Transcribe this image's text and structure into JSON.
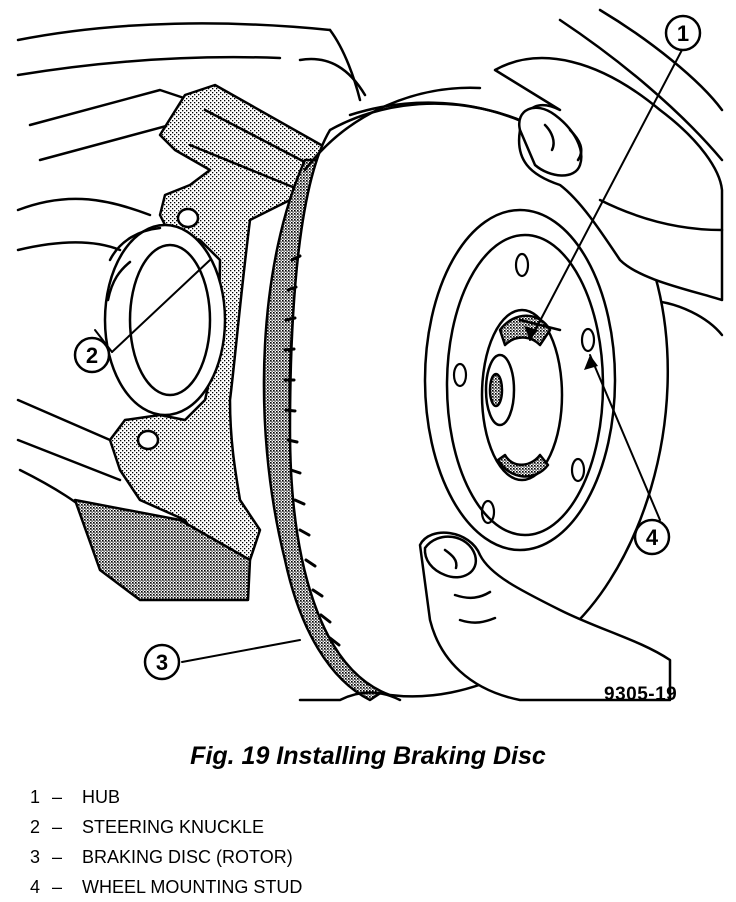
{
  "figure": {
    "code": "9305-19",
    "caption": "Fig. 19 Installing Braking Disc"
  },
  "callouts": [
    {
      "number": "1"
    },
    {
      "number": "2"
    },
    {
      "number": "3"
    },
    {
      "number": "4"
    }
  ],
  "legend": [
    {
      "number": "1",
      "dash": "–",
      "label": "HUB"
    },
    {
      "number": "2",
      "dash": "–",
      "label": "STEERING KNUCKLE"
    },
    {
      "number": "3",
      "dash": "–",
      "label": "BRAKING DISC (ROTOR)"
    },
    {
      "number": "4",
      "dash": "–",
      "label": "WHEEL MOUNTING STUD"
    }
  ]
}
